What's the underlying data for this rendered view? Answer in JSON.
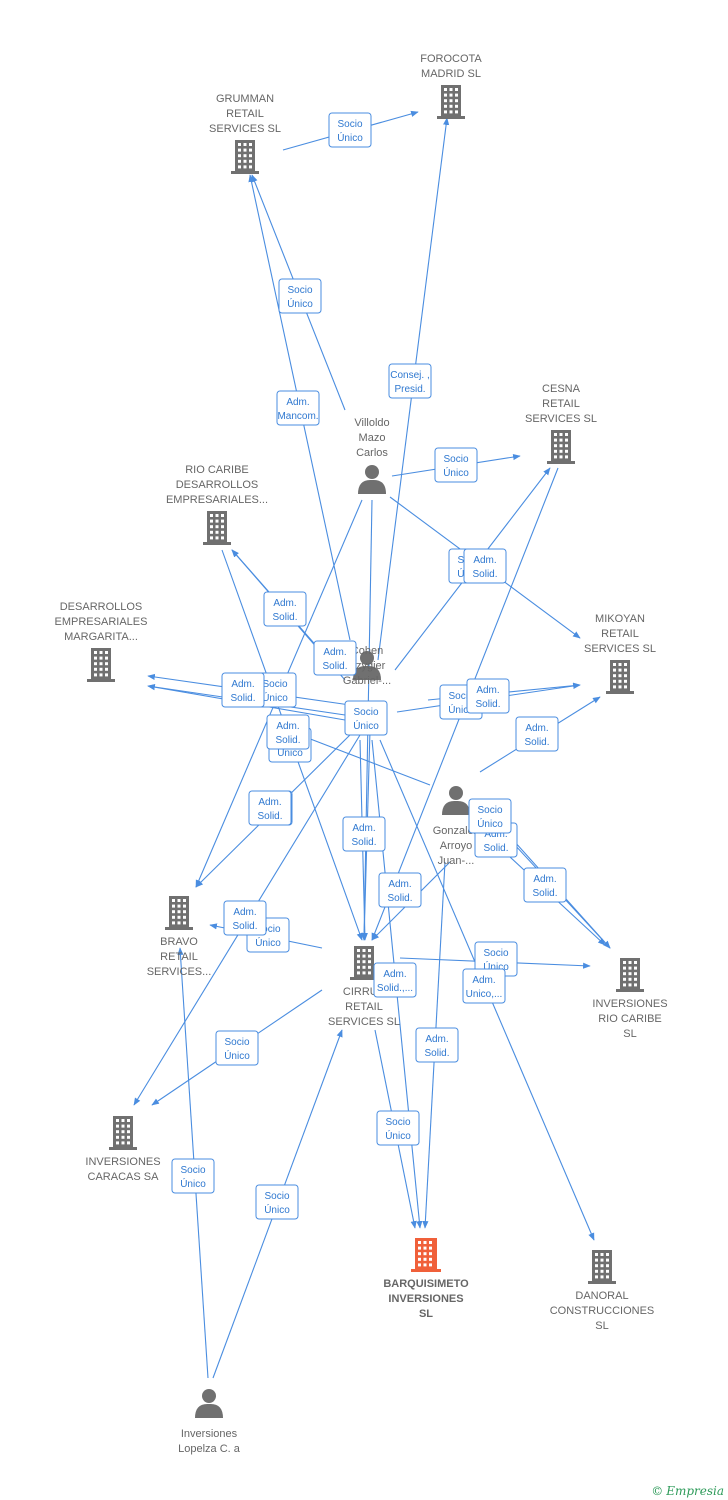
{
  "colors": {
    "edge": "#4a8de0",
    "company": "#707070",
    "focus": "#f0603a",
    "person": "#707070"
  },
  "nodes": [
    {
      "id": "forocota",
      "type": "company",
      "label": [
        "FOROCOTA",
        "MADRID SL"
      ]
    },
    {
      "id": "grumman",
      "type": "company",
      "label": [
        "GRUMMAN",
        "RETAIL",
        "SERVICES  SL"
      ]
    },
    {
      "id": "cesna",
      "type": "company",
      "label": [
        "CESNA",
        "RETAIL",
        "SERVICES  SL"
      ]
    },
    {
      "id": "villoldo",
      "type": "person",
      "label": [
        "Villoldo",
        "Mazo",
        "Carlos"
      ]
    },
    {
      "id": "riocaribedes",
      "type": "company",
      "label": [
        "RIO CARIBE",
        "DESARROLLOS",
        "EMPRESARIALES..."
      ]
    },
    {
      "id": "desmargarita",
      "type": "company",
      "label": [
        "DESARROLLOS",
        "EMPRESARIALES",
        "MARGARITA..."
      ]
    },
    {
      "id": "cohen",
      "type": "person",
      "label": [
        "Cohen",
        "Szygier",
        "Gabriel-..."
      ]
    },
    {
      "id": "mikoyan",
      "type": "company",
      "label": [
        "MIKOYAN",
        "RETAIL",
        "SERVICES  SL"
      ]
    },
    {
      "id": "gonzalez",
      "type": "person",
      "label": [
        "Gonzalez",
        "Arroyo",
        "Juan-..."
      ]
    },
    {
      "id": "bravo",
      "type": "company",
      "label": [
        "BRAVO",
        "RETAIL",
        "SERVICES..."
      ]
    },
    {
      "id": "cirrus",
      "type": "company",
      "label": [
        "CIRRUS",
        "RETAIL",
        "SERVICES  SL"
      ]
    },
    {
      "id": "invriocaribe",
      "type": "company",
      "label": [
        "INVERSIONES",
        "RIO CARIBE",
        "SL"
      ]
    },
    {
      "id": "invcaracas",
      "type": "company",
      "label": [
        "INVERSIONES",
        "CARACAS SA"
      ]
    },
    {
      "id": "barquisimeto",
      "type": "focus",
      "label": [
        "BARQUISIMETO",
        "INVERSIONES",
        "SL"
      ]
    },
    {
      "id": "danoral",
      "type": "company",
      "label": [
        "DANORAL",
        "CONSTRUCCIONES",
        "SL"
      ]
    },
    {
      "id": "lopelza",
      "type": "person",
      "label": [
        "Inversiones",
        "Lopelza C. a"
      ]
    }
  ],
  "edge_labels": [
    [
      "Socio",
      "Único"
    ],
    [
      "Socio",
      "Único"
    ],
    [
      "Adm.",
      "Mancom."
    ],
    [
      "Consej. ,",
      "Presid."
    ],
    [
      "Socio",
      "Único"
    ],
    [
      "Adm.",
      "Solid."
    ],
    [
      "Socio",
      "Único"
    ],
    [
      "Adm.",
      "Solid."
    ],
    [
      "Adm.",
      "Solid."
    ],
    [
      "Socio",
      "Único"
    ],
    [
      "Adm.",
      "Solid."
    ],
    [
      "Socio",
      "Único"
    ],
    [
      "Socio",
      "Único"
    ],
    [
      "Adm.",
      "Solid."
    ],
    [
      "Adm.",
      "Solid."
    ],
    [
      "Adm.",
      "Solid."
    ],
    [
      "Adm.",
      "Solid."
    ],
    [
      "Adm.",
      "Solid."
    ],
    [
      "Socio",
      "Único"
    ],
    [
      "Adm.",
      "Solid."
    ],
    [
      "Adm.",
      "Solid."
    ],
    [
      "Adm.",
      "Solid."
    ],
    [
      "Socio",
      "Único"
    ],
    [
      "Adm.",
      "Solid.,..."
    ],
    [
      "Socio",
      "Único"
    ],
    [
      "Adm.",
      "Unico,..."
    ],
    [
      "Adm.",
      "Solid."
    ],
    [
      "Socio",
      "Único"
    ],
    [
      "Socio",
      "Único"
    ],
    [
      "Socio",
      "Único"
    ],
    [
      "Socio",
      "Único"
    ],
    [
      "Socio",
      "Único"
    ],
    [
      "Adm.",
      "Solid."
    ],
    [
      "Adm.",
      "Solid."
    ]
  ],
  "footer": {
    "copyright": "©",
    "brand": "Empresia"
  }
}
